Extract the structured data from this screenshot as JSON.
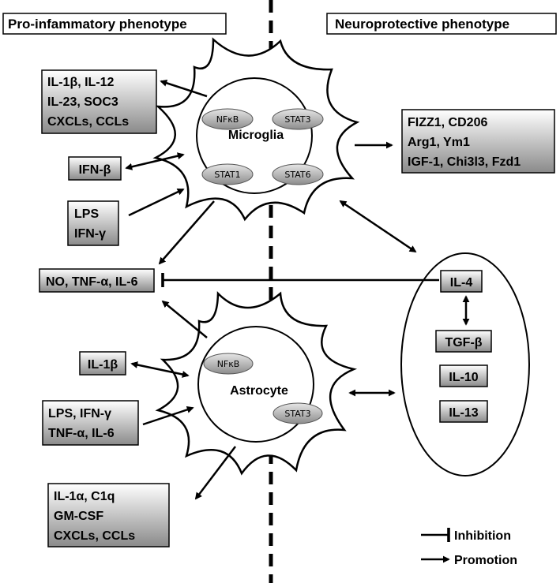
{
  "headers": {
    "left": "Pro-infammatory phenotype",
    "right": "Neuroprotective phenotype"
  },
  "microglia": {
    "label": "Microglia",
    "factors": [
      "NFκB",
      "STAT3",
      "STAT1",
      "STAT6"
    ]
  },
  "astrocyte": {
    "label": "Astrocyte",
    "factors": [
      "NFκB",
      "STAT3"
    ]
  },
  "boxes": {
    "microglia_out": [
      "IL-1β, IL-12",
      "IL-23, SOC3",
      "CXCLs, CCLs"
    ],
    "ifn_beta": [
      "IFN-β"
    ],
    "lps_ifn": [
      "LPS",
      "IFN-γ"
    ],
    "shared_out": [
      "NO, TNF-α, IL-6"
    ],
    "neuro_out": [
      "FIZZ1, CD206",
      "Arg1, Ym1",
      "IGF-1, Chi3l3, Fzd1"
    ],
    "il1b": [
      "IL-1β"
    ],
    "astro_in": [
      "LPS, IFN-γ",
      "TNF-α, IL-6"
    ],
    "astro_out": [
      "IL-1α, C1q",
      "GM-CSF",
      "CXCLs, CCLs"
    ]
  },
  "cytokines": [
    "IL-4",
    "TGF-β",
    "IL-10",
    "IL-13"
  ],
  "legend": {
    "inhibition": "Inhibition",
    "promotion": "Promotion"
  }
}
